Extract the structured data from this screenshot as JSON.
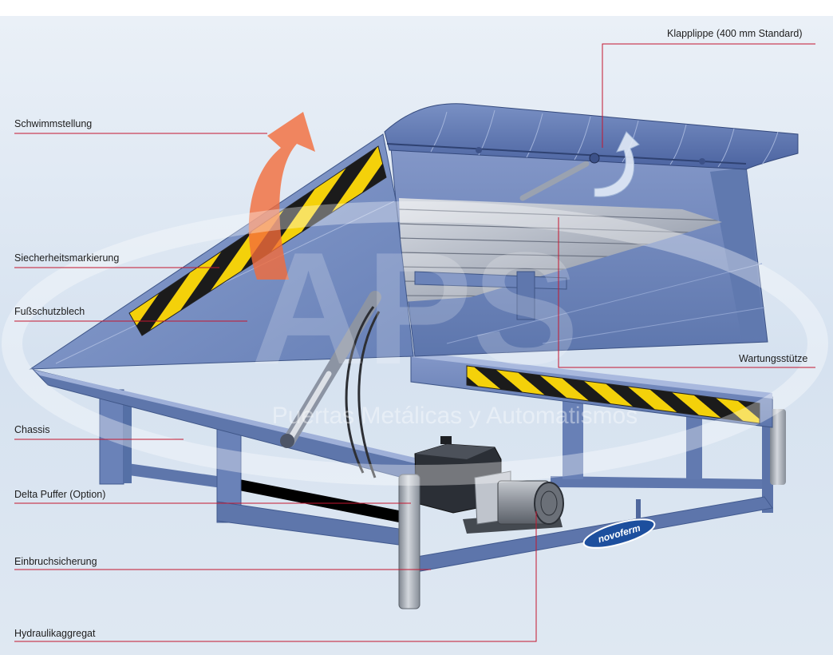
{
  "labels": {
    "lip": "Klapplippe (400 mm Standard)",
    "floating": "Schwimmstellung",
    "safety_marking": "Siecherheitsmarkierung",
    "toe_guard": "Fußschutzblech",
    "maintenance_strut": "Wartungsstütze",
    "chassis": "Chassis",
    "delta_buffer": "Delta Puffer (Option)",
    "break_through": "Einbruchsicherung",
    "hydraulic_unit": "Hydraulikaggregat"
  },
  "brand_logo": "novoferm",
  "watermark": {
    "logo": "APS",
    "text": "Puertas Metálicas y Automatismos"
  },
  "colors": {
    "leader_line": "#c4162f",
    "steel_blue": "#6e86bb",
    "safety_yellow": "#f4d10a",
    "safety_black": "#1b1b1b",
    "motion_arrow": "#f26b3a"
  }
}
